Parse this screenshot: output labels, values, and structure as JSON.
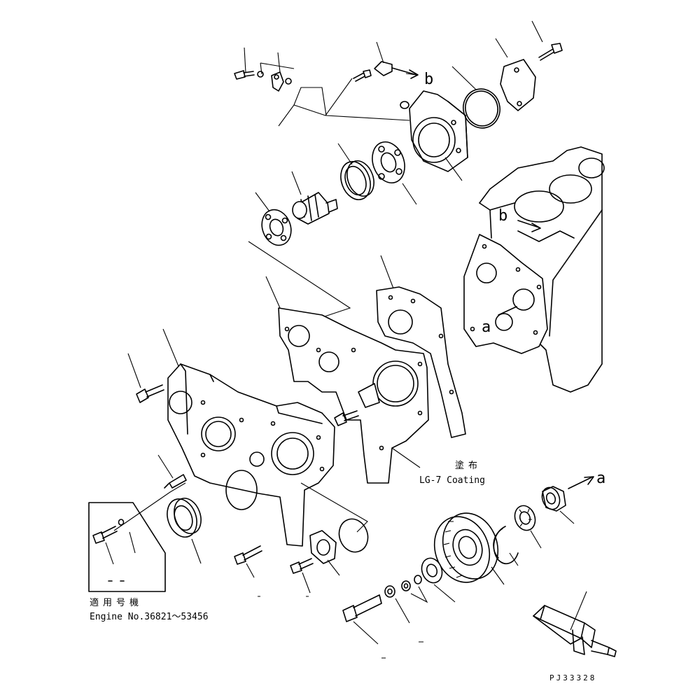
{
  "figure_code": "PJ33328",
  "coating_jp": "塗布",
  "coating_label": "LG-7 Coating",
  "applicability_jp": "適用号機",
  "engine_serial": "Engine No.36821～53456",
  "view_marks": {
    "b_top": "b",
    "b_block": "b",
    "a_block": "a",
    "a_right": "a"
  },
  "colors": {
    "line": "#000000",
    "background": "#ffffff"
  }
}
